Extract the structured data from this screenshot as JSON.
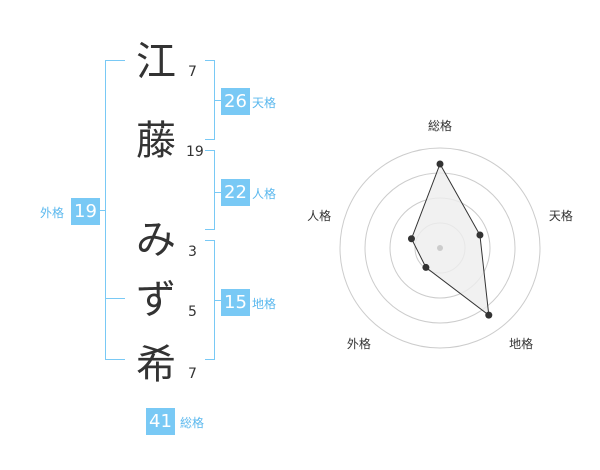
{
  "name": {
    "chars": [
      {
        "char": "江",
        "strokes": "7"
      },
      {
        "char": "藤",
        "strokes": "19"
      },
      {
        "char": "み",
        "strokes": "3"
      },
      {
        "char": "ず",
        "strokes": "5"
      },
      {
        "char": "希",
        "strokes": "7"
      }
    ]
  },
  "kakusu": {
    "tenkaku": {
      "value": "26",
      "label": "天格"
    },
    "jinkaku": {
      "value": "22",
      "label": "人格"
    },
    "chikaku": {
      "value": "15",
      "label": "地格"
    },
    "gaikaku": {
      "value": "19",
      "label": "外格"
    },
    "soukaku": {
      "value": "41",
      "label": "総格"
    }
  },
  "chart_data": {
    "type": "radar",
    "axes": [
      "総格",
      "天格",
      "地格",
      "外格",
      "人格"
    ],
    "values": [
      0.84,
      0.42,
      0.83,
      0.24,
      0.3
    ],
    "rings": 4
  },
  "colors": {
    "accent": "#79c9f5",
    "label": "#5bb8ee",
    "text": "#333333",
    "grid": "#cccccc",
    "fill": "#eeeeee",
    "point": "#333333"
  }
}
